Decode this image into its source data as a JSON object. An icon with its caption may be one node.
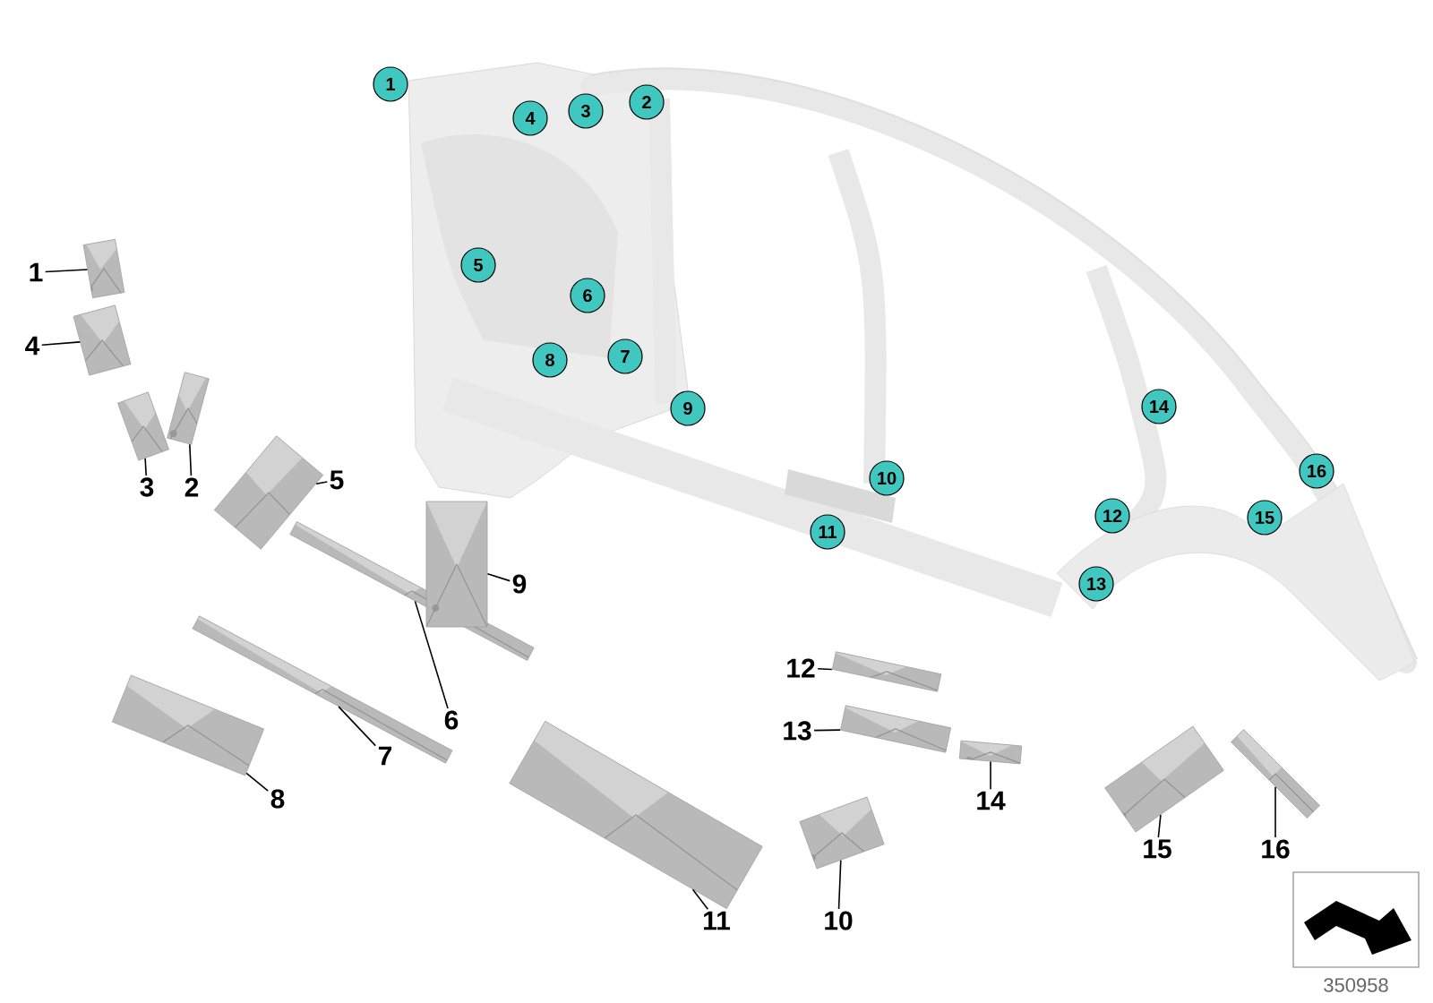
{
  "diagram": {
    "nodes": [
      {
        "text": [
          "1"
        ]
      },
      {
        "text": [
          "2"
        ]
      },
      {
        "text": [
          "3"
        ]
      },
      {
        "text": [
          "4"
        ]
      },
      {
        "text": [
          "5"
        ]
      },
      {
        "text": [
          "6"
        ]
      },
      {
        "text": [
          "7"
        ]
      },
      {
        "text": [
          "8"
        ]
      },
      {
        "text": [
          "9"
        ]
      },
      {
        "text": [
          "10"
        ]
      },
      {
        "text": [
          "11"
        ]
      },
      {
        "text": [
          "12"
        ]
      },
      {
        "text": [
          "13"
        ]
      },
      {
        "text": [
          "14"
        ]
      },
      {
        "text": [
          "15"
        ]
      },
      {
        "text": [
          "16"
        ]
      },
      {
        "text": [
          "1"
        ]
      },
      {
        "text": [
          "2"
        ]
      },
      {
        "text": [
          "3"
        ]
      },
      {
        "text": [
          "4"
        ]
      },
      {
        "text": [
          "5"
        ]
      },
      {
        "text": [
          "6"
        ]
      },
      {
        "text": [
          "7"
        ]
      },
      {
        "text": [
          "8"
        ]
      },
      {
        "text": [
          "9"
        ]
      },
      {
        "text": [
          "10"
        ]
      },
      {
        "text": [
          "11"
        ]
      },
      {
        "text": [
          "12"
        ]
      },
      {
        "text": [
          "13"
        ]
      },
      {
        "text": [
          "14"
        ]
      },
      {
        "text": [
          "15"
        ]
      },
      {
        "text": [
          "16"
        ]
      },
      {
        "text": [],
        "shape": "picture"
      },
      {
        "text": [],
        "shape": "picture"
      },
      {
        "text": [],
        "shape": "picture"
      },
      {
        "text": [],
        "shape": "picture"
      },
      {
        "text": [],
        "shape": "picture"
      },
      {
        "text": [],
        "shape": "picture"
      },
      {
        "text": [],
        "shape": "picture"
      },
      {
        "text": [],
        "shape": "picture"
      },
      {
        "text": [],
        "shape": "picture"
      },
      {
        "text": [],
        "shape": "picture"
      },
      {
        "text": [],
        "shape": "picture"
      },
      {
        "text": [],
        "shape": "picture"
      },
      {
        "text": [],
        "shape": "picture"
      },
      {
        "text": [],
        "shape": "picture"
      },
      {
        "text": [],
        "shape": "picture"
      },
      {
        "text": [],
        "shape": "picture"
      }
    ],
    "edges": [
      {
        "from": 16,
        "to": 32,
        "arrow": "none"
      },
      {
        "from": 17,
        "to": 33,
        "arrow": "none"
      },
      {
        "from": 18,
        "to": 34,
        "arrow": "none"
      },
      {
        "from": 19,
        "to": 35,
        "arrow": "none"
      },
      {
        "from": 20,
        "to": 36,
        "arrow": "none"
      },
      {
        "from": 21,
        "to": 37,
        "arrow": "none"
      },
      {
        "from": 22,
        "to": 38,
        "arrow": "none"
      },
      {
        "from": 23,
        "to": 39,
        "arrow": "none"
      },
      {
        "from": 24,
        "to": 40,
        "arrow": "none"
      },
      {
        "from": 25,
        "to": 41,
        "arrow": "none"
      },
      {
        "from": 26,
        "to": 42,
        "arrow": "none"
      },
      {
        "from": 27,
        "to": 43,
        "arrow": "none"
      },
      {
        "from": 28,
        "to": 44,
        "arrow": "none"
      },
      {
        "from": 29,
        "to": 45,
        "arrow": "none"
      },
      {
        "from": 30,
        "to": 46,
        "arrow": "none"
      },
      {
        "from": 31,
        "to": 47,
        "arrow": "none"
      }
    ],
    "labels": [
      "350958"
    ]
  }
}
